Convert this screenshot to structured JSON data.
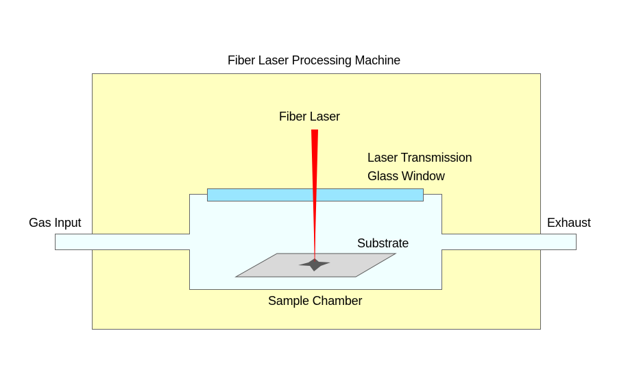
{
  "diagram": {
    "title": "Fiber Laser Processing Machine",
    "labels": {
      "fiber_laser": "Fiber Laser",
      "window_line1": "Laser Transmission",
      "window_line2": "Glass Window",
      "gas_input": "Gas Input",
      "exhaust": "Exhaust",
      "substrate": "Substrate",
      "sample_chamber": "Sample Chamber"
    },
    "colors": {
      "machine_fill": "#FFFFC0",
      "chamber_fill": "#F0FFFF",
      "window_fill": "#99E6FF",
      "laser": "#FF0000",
      "substrate_fill": "#D9D9D9",
      "star_fill": "#595959",
      "outline": "#666666"
    }
  }
}
